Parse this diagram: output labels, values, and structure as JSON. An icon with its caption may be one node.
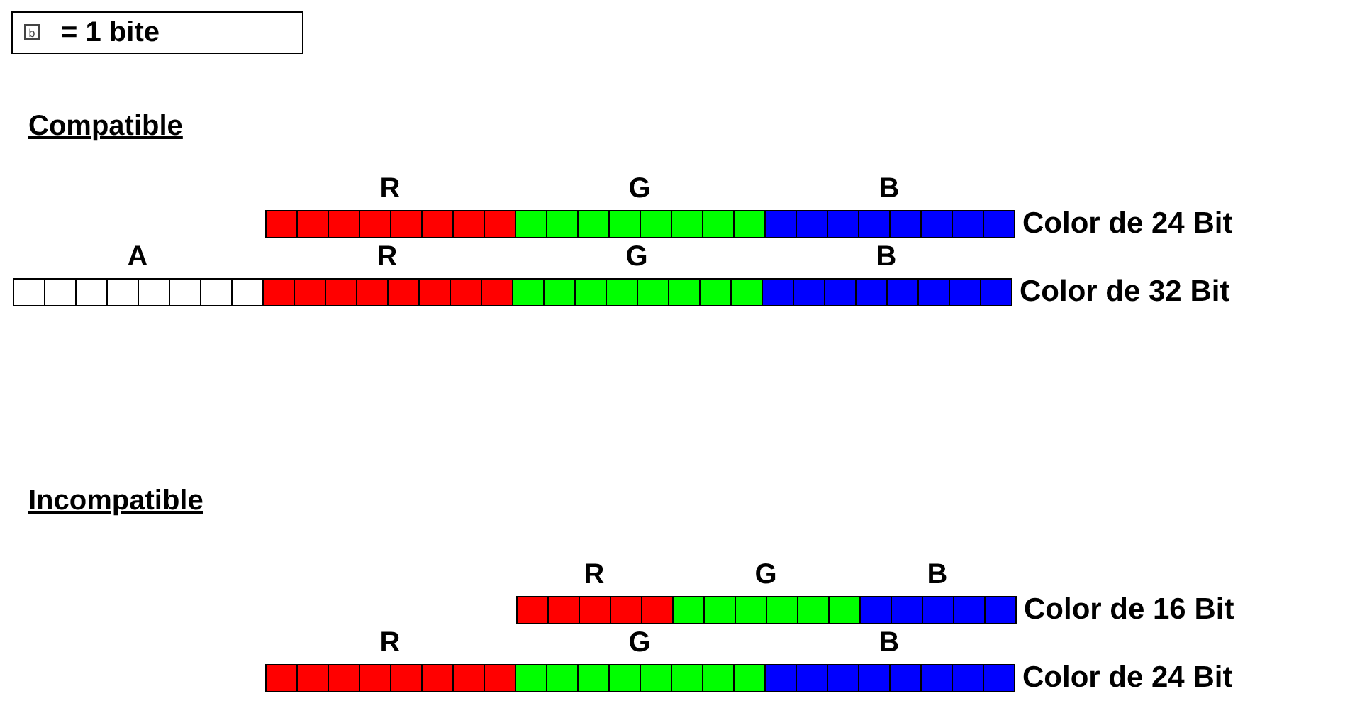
{
  "diagram": {
    "nodes": [
      {
        "text": [
          "R"
        ]
      },
      {
        "text": [
          "G"
        ]
      },
      {
        "text": [
          "B"
        ],
        "beside": [
          "Color de 24 Bit"
        ]
      },
      {
        "text": [
          "A"
        ]
      },
      {
        "text": [
          "R"
        ]
      },
      {
        "text": [
          "G"
        ]
      },
      {
        "text": [
          "B"
        ],
        "beside": [
          "Color de 32 Bit"
        ]
      },
      {
        "text": [
          "R"
        ]
      },
      {
        "text": [
          "G"
        ]
      },
      {
        "text": [
          "B"
        ],
        "beside": [
          "Color de 16 Bit"
        ]
      },
      {
        "text": [
          "R"
        ]
      },
      {
        "text": [
          "G"
        ]
      },
      {
        "text": [
          "B"
        ],
        "beside": [
          "Color de 24 Bit"
        ]
      }
    ],
    "labels": [
      "b",
      "Compatible",
      "Incompatible"
    ],
    "legend": [
      {
        "text": "= 1 bite"
      }
    ]
  }
}
